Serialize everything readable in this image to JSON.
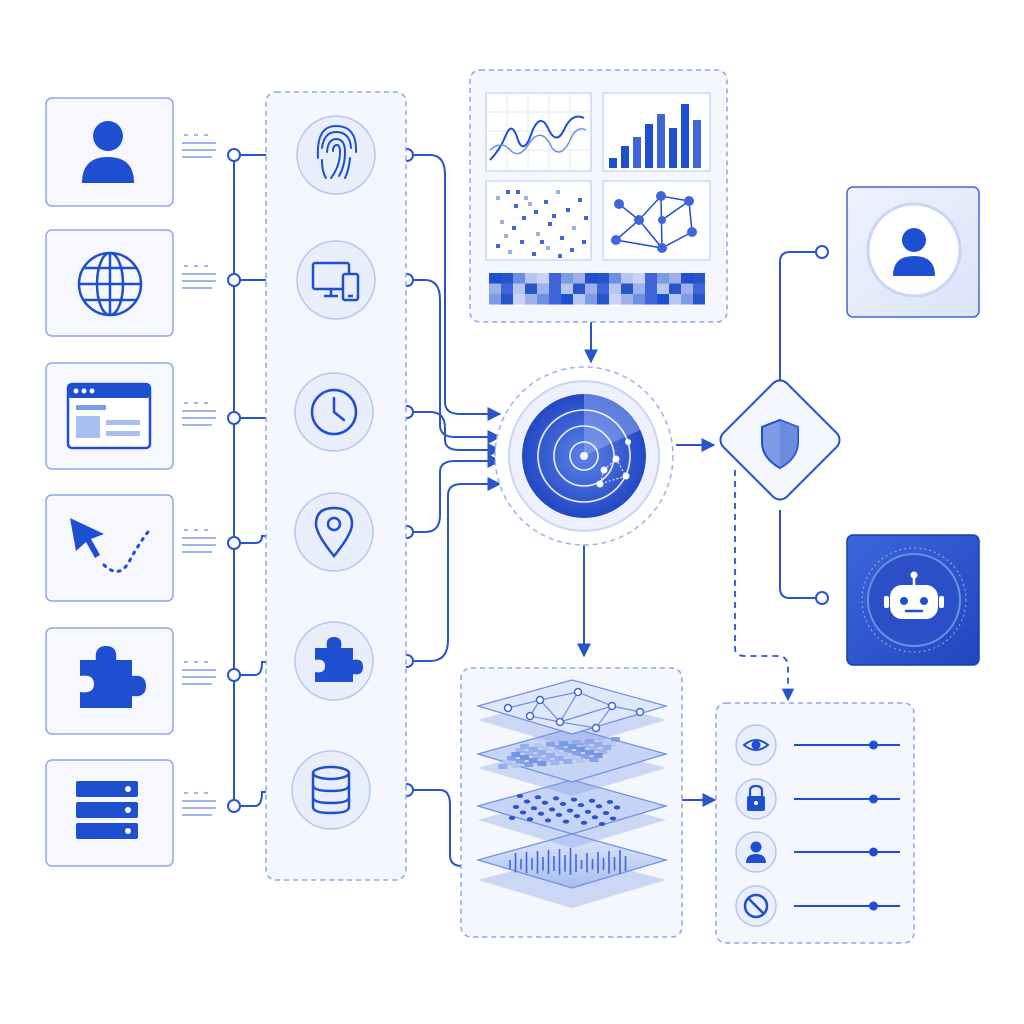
{
  "colors": {
    "primary": "#1f4fd1",
    "primary_dark": "#1a3fb0",
    "line": "#2a55c9",
    "panel_border": "#8fa6e6",
    "panel_fill": "#f3f6fd",
    "node_fill": "#e8eefb",
    "dashed": "#9db0e8",
    "light_block": "#dbe4f8",
    "mid_block": "#6d8fe3",
    "background": "#ffffff"
  },
  "sources": [
    {
      "id": "user",
      "icon": "user-icon"
    },
    {
      "id": "web",
      "icon": "globe-icon"
    },
    {
      "id": "browser",
      "icon": "browser-window-icon"
    },
    {
      "id": "cursor",
      "icon": "cursor-path-icon"
    },
    {
      "id": "plugin",
      "icon": "puzzle-icon"
    },
    {
      "id": "server",
      "icon": "server-icon"
    }
  ],
  "signals": [
    {
      "id": "biometric",
      "icon": "fingerprint-icon"
    },
    {
      "id": "device",
      "icon": "devices-icon"
    },
    {
      "id": "time",
      "icon": "clock-icon"
    },
    {
      "id": "location",
      "icon": "location-pin-icon"
    },
    {
      "id": "extension",
      "icon": "puzzle-piece-icon"
    },
    {
      "id": "storage",
      "icon": "database-icon"
    }
  ],
  "analytics": [
    {
      "id": "line-chart",
      "icon": "line-chart-icon"
    },
    {
      "id": "bar-chart",
      "icon": "bar-chart-icon"
    },
    {
      "id": "scatter",
      "icon": "scatter-plot-icon"
    },
    {
      "id": "network",
      "icon": "network-graph-icon"
    },
    {
      "id": "heatmap",
      "icon": "heatmap-strip-icon"
    }
  ],
  "core": {
    "icon": "radar-icon"
  },
  "decision": {
    "icon": "shield-icon"
  },
  "outcomes": [
    {
      "id": "human",
      "icon": "human-user-icon"
    },
    {
      "id": "bot",
      "icon": "robot-icon"
    }
  ],
  "layers": [
    {
      "id": "graph-layer",
      "icon": "graph-layer-icon"
    },
    {
      "id": "grid-layer",
      "icon": "grid-layer-icon"
    },
    {
      "id": "dots-layer",
      "icon": "dots-layer-icon"
    },
    {
      "id": "signal-layer",
      "icon": "waveform-layer-icon"
    }
  ],
  "actions": [
    {
      "id": "monitor",
      "icon": "eye-icon",
      "level": 0.75
    },
    {
      "id": "secure",
      "icon": "lock-icon",
      "level": 0.75
    },
    {
      "id": "verify",
      "icon": "person-icon",
      "level": 0.75
    },
    {
      "id": "block",
      "icon": "block-icon",
      "level": 0.75
    }
  ]
}
